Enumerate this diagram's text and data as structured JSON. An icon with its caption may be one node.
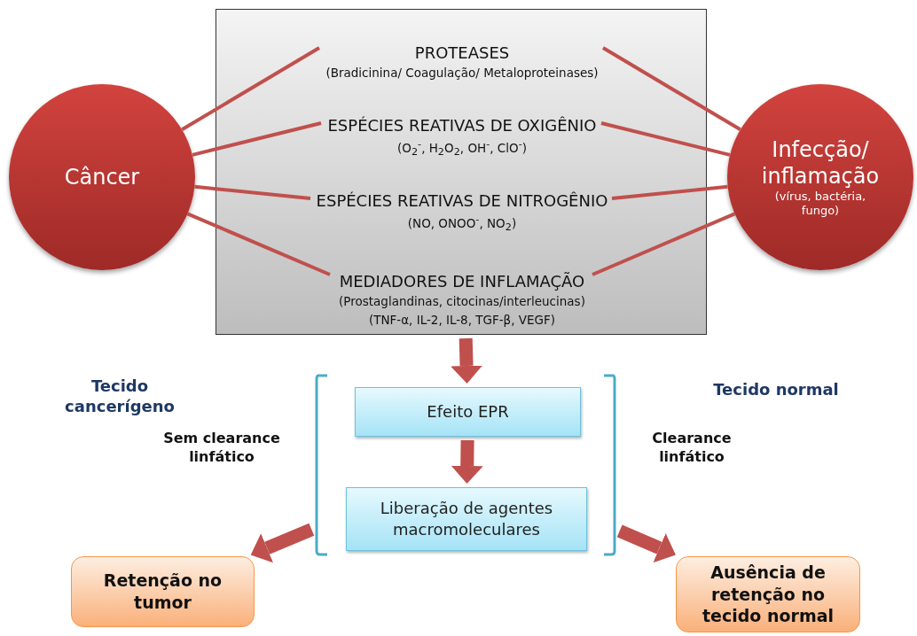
{
  "diagram": {
    "nodes": [
      {
        "text": [
          "Câncer"
        ]
      },
      {
        "text": [],
        "shape": "box"
      },
      {
        "text": [
          "PROTEASES",
          "(Bradicinina/ Coagulação/ Metaloproteinases)"
        ],
        "in": 1
      },
      {
        "text": [
          "ESPÉCIES REATIVAS DE OXIGÊNIO",
          "(O$_{2}$$^{-}$, H$_{2}$O$_{2}$, OH$^{-}$, ClO$^{-}$)"
        ],
        "in": 1
      },
      {
        "text": [
          "ESPÉCIES REATIVAS DE NITROGÊNIO",
          "(NO, ONOO$^{-}$, NO$_{2}$)"
        ],
        "in": 1
      },
      {
        "text": [
          "MEDIADORES DE INFLAMAÇÃO",
          "(Prostaglandinas, citocinas/interleucinas)",
          "(TNF-α, IL-2, IL-8, TGF-β, VEGF)"
        ],
        "in": 1
      },
      {
        "text": [
          "Infecção/ inflamação",
          "(vírus, bactéria, fungo)"
        ]
      },
      {
        "text": [],
        "shape": "bracket"
      },
      {
        "text": [
          "Efeito EPR"
        ],
        "in": 7
      },
      {
        "text": [
          "Liberação de agentes macromoleculares"
        ],
        "in": 7
      },
      {
        "text": [
          "Retenção no tumor"
        ]
      },
      {
        "text": [
          "Ausência de retenção no tecido normal"
        ]
      }
    ],
    "edges": [
      {
        "from": 0,
        "to": 2,
        "arrow": "none"
      },
      {
        "from": 0,
        "to": 3,
        "arrow": "none"
      },
      {
        "from": 0,
        "to": 4,
        "arrow": "none"
      },
      {
        "from": 0,
        "to": 5,
        "arrow": "none"
      },
      {
        "from": 6,
        "to": 2,
        "arrow": "none"
      },
      {
        "from": 6,
        "to": 3,
        "arrow": "none"
      },
      {
        "from": 6,
        "to": 4,
        "arrow": "none"
      },
      {
        "from": 6,
        "to": 5,
        "arrow": "none"
      },
      {
        "from": 1,
        "to": 8,
        "arrow": "to",
        "style": "thick"
      },
      {
        "from": 8,
        "to": 9,
        "arrow": "to",
        "style": "thick"
      },
      {
        "from": 7,
        "to": 10,
        "arrow": "to",
        "style": "thick"
      },
      {
        "from": 7,
        "to": 11,
        "arrow": "to",
        "style": "thick"
      }
    ],
    "labels": [
      "Tecido cancerígeno",
      "Tecido normal",
      "Sem clearance linfático",
      "Clearance linfático"
    ]
  }
}
